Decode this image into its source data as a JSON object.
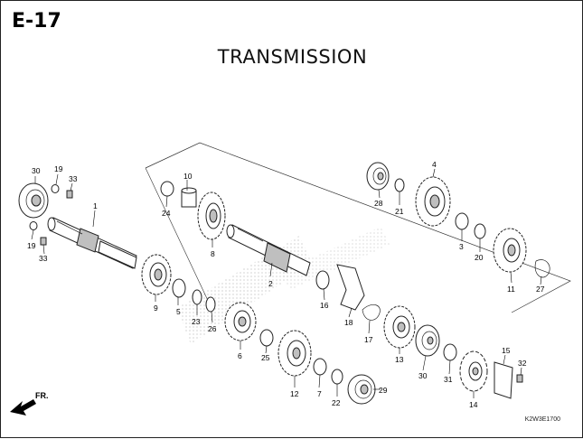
{
  "header": {
    "sheet_code": "E-17",
    "title": "TRANSMISSION"
  },
  "footer": {
    "catalog_code": "K2W3E1700"
  },
  "direction_marker": {
    "label": "FR.",
    "icon": "front-arrow-icon"
  },
  "callouts": [
    {
      "id": "c30a",
      "label": "30"
    },
    {
      "id": "c19a",
      "label": "19"
    },
    {
      "id": "c33a",
      "label": "33"
    },
    {
      "id": "c1",
      "label": "1"
    },
    {
      "id": "c19b",
      "label": "19"
    },
    {
      "id": "c33b",
      "label": "33"
    },
    {
      "id": "c10",
      "label": "10"
    },
    {
      "id": "c24",
      "label": "24"
    },
    {
      "id": "c8",
      "label": "8"
    },
    {
      "id": "c2",
      "label": "2"
    },
    {
      "id": "c9",
      "label": "9"
    },
    {
      "id": "c5",
      "label": "5"
    },
    {
      "id": "c23",
      "label": "23"
    },
    {
      "id": "c26",
      "label": "26"
    },
    {
      "id": "c6",
      "label": "6"
    },
    {
      "id": "c25",
      "label": "25"
    },
    {
      "id": "c12",
      "label": "12"
    },
    {
      "id": "c7",
      "label": "7"
    },
    {
      "id": "c22",
      "label": "22"
    },
    {
      "id": "c29",
      "label": "29"
    },
    {
      "id": "c16",
      "label": "16"
    },
    {
      "id": "c18",
      "label": "18"
    },
    {
      "id": "c17",
      "label": "17"
    },
    {
      "id": "c28",
      "label": "28"
    },
    {
      "id": "c21",
      "label": "21"
    },
    {
      "id": "c4",
      "label": "4"
    },
    {
      "id": "c3",
      "label": "3"
    },
    {
      "id": "c20",
      "label": "20"
    },
    {
      "id": "c11",
      "label": "11"
    },
    {
      "id": "c27",
      "label": "27"
    },
    {
      "id": "c13",
      "label": "13"
    },
    {
      "id": "c30b",
      "label": "30"
    },
    {
      "id": "c31",
      "label": "31"
    },
    {
      "id": "c14",
      "label": "14"
    },
    {
      "id": "c15",
      "label": "15"
    },
    {
      "id": "c32",
      "label": "32"
    }
  ]
}
